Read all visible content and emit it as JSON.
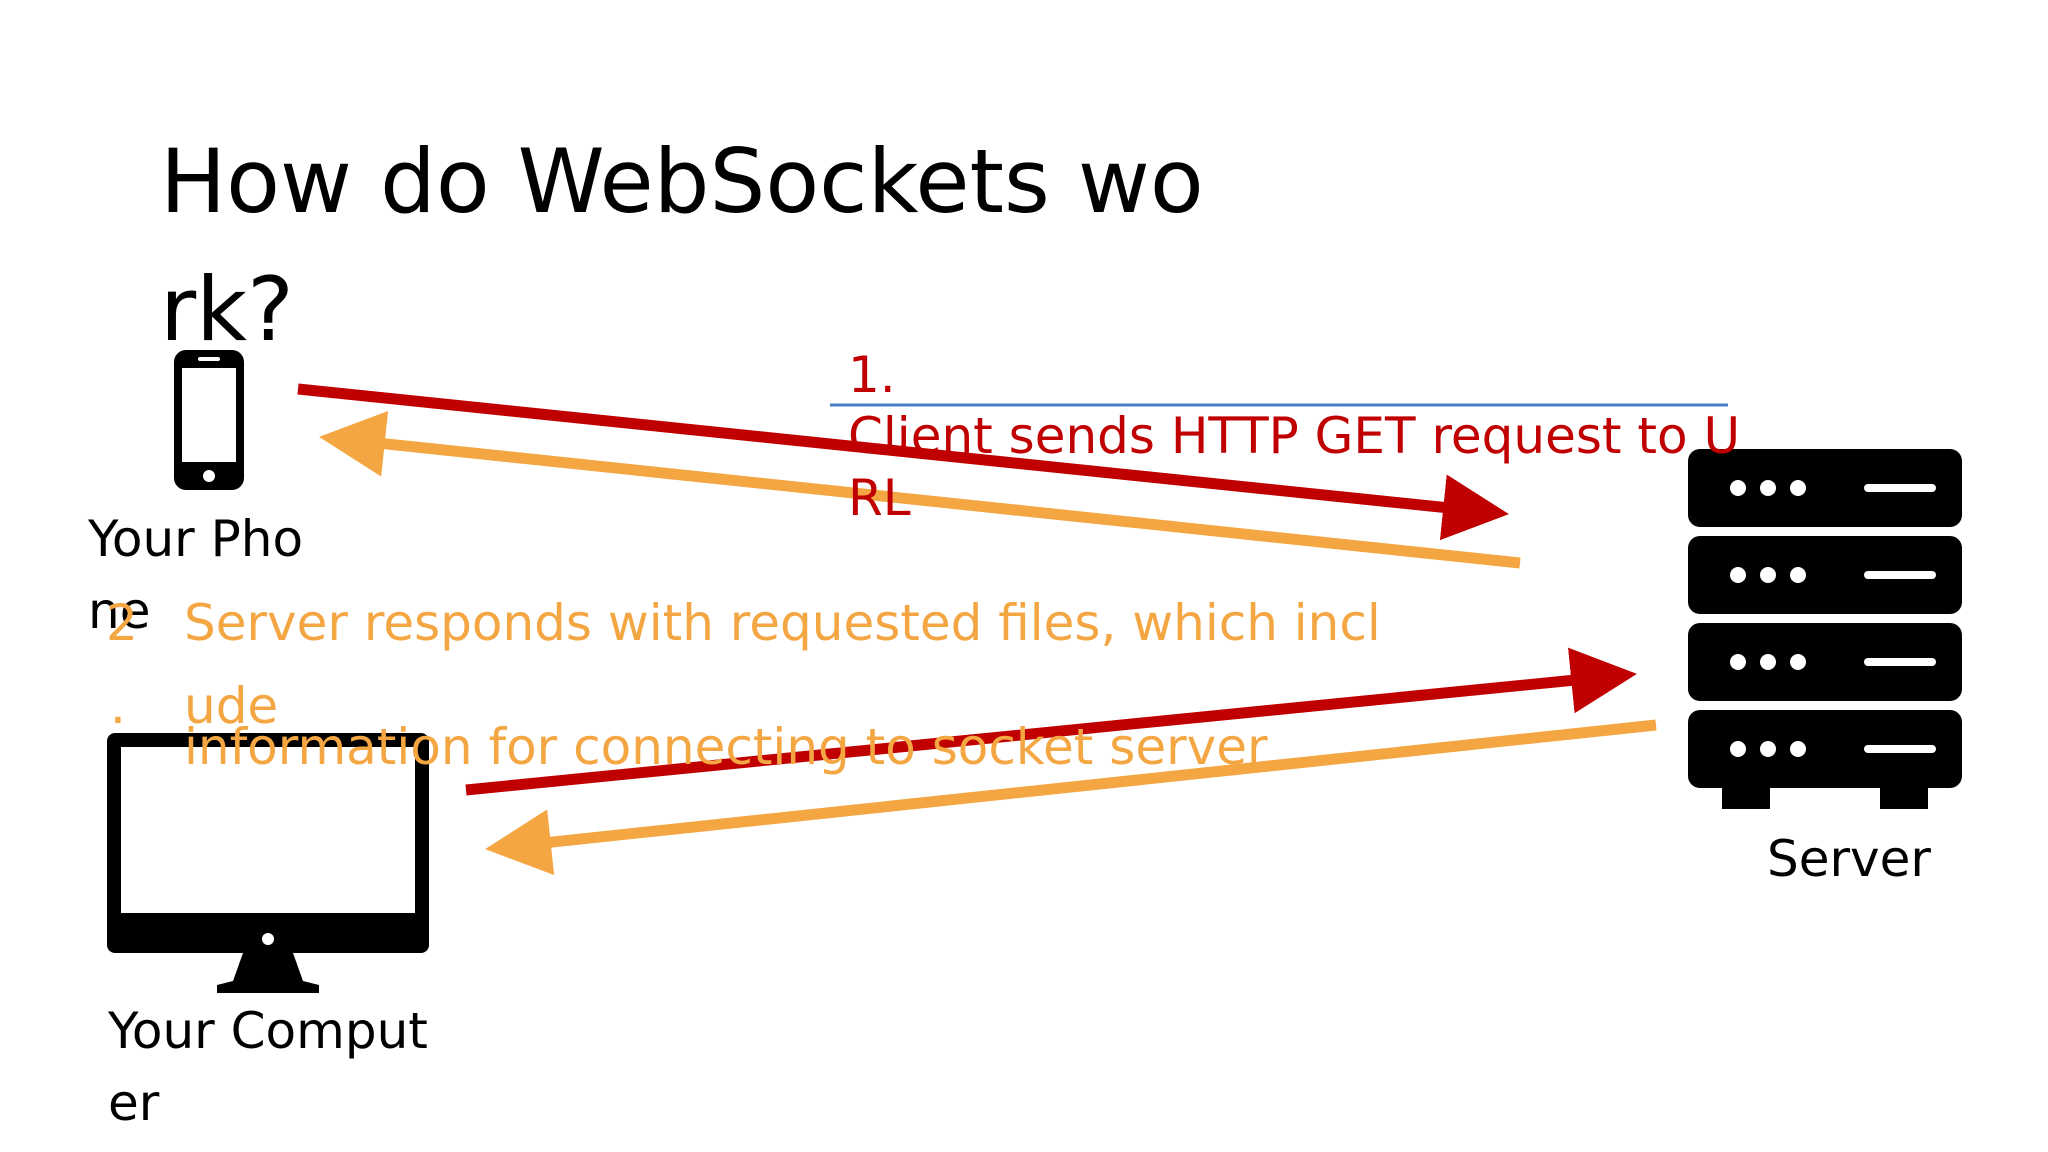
{
  "title": {
    "line1": "How do WebSockets wo",
    "line2": "rk?"
  },
  "devices": {
    "phone": {
      "line1": "Your Pho",
      "line2": "ne",
      "icon": "smartphone-icon"
    },
    "computer": {
      "line1": "Your Comput",
      "line2": "er",
      "icon": "desktop-monitor-icon"
    },
    "server": {
      "label": "Server",
      "icon": "server-rack-icon"
    }
  },
  "steps": {
    "step1": {
      "number": "1.",
      "line1": "Client sends HTTP GET request to U",
      "line2": "RL"
    },
    "step2": {
      "number": "2",
      "dot": ".",
      "line1": "Server responds with requested files, which incl",
      "line2": "ude",
      "line3": "information for connecting to socket server"
    }
  },
  "colors": {
    "request_arrow": "#c00000",
    "response_arrow": "#f4a642",
    "divider": "#4a7cc7",
    "icon": "#000000"
  }
}
